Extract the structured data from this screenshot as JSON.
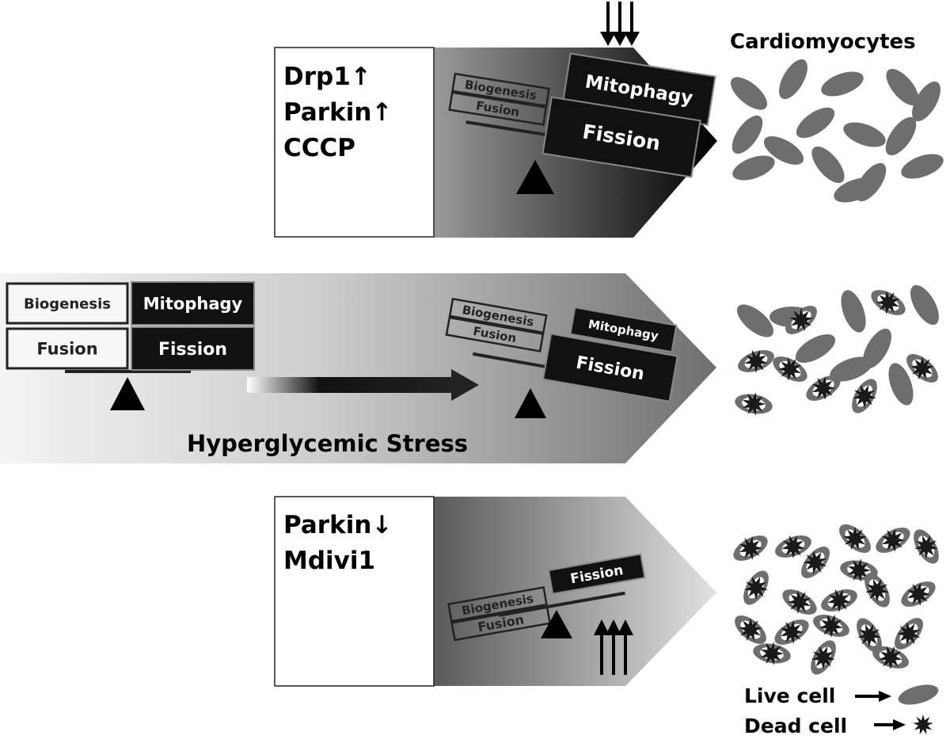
{
  "colors": {
    "dark": "#111111",
    "mid": "#7a7a7a",
    "light": "#e6e6e6",
    "cell_live": "#6e6e6e",
    "cell_dead": "#1a1a1a"
  },
  "header": {
    "title": "Cardiomyocytes"
  },
  "panel_top": {
    "conditions": [
      "Drp1↑",
      "Parkin↑",
      "CCCP"
    ],
    "balance": {
      "left_blocks": [
        "Biogenesis",
        "Fusion"
      ],
      "right_blocks": [
        "Mitophagy",
        "Fission"
      ],
      "tilt": "right-down"
    },
    "stimulus_arrows": {
      "direction": "down",
      "count": 3
    }
  },
  "panel_middle": {
    "stress_label": "Hyperglycemic Stress",
    "baseline_balance": {
      "left_blocks": [
        "Biogenesis",
        "Fusion"
      ],
      "right_blocks": [
        "Mitophagy",
        "Fission"
      ],
      "tilt": "level"
    },
    "stressed_balance": {
      "left_blocks": [
        "Biogenesis",
        "Fusion"
      ],
      "right_blocks": [
        "Mitophagy",
        "Fission"
      ],
      "tilt": "right-down"
    }
  },
  "panel_bottom": {
    "conditions": [
      "Parkin↓",
      "Mdivi1"
    ],
    "balance": {
      "left_blocks": [
        "Biogenesis",
        "Fusion"
      ],
      "right_blocks": [
        "Fission"
      ],
      "tilt": "left-down"
    },
    "stimulus_arrows": {
      "direction": "up",
      "count": 3
    }
  },
  "legend": {
    "live_cell": "Live cell",
    "dead_cell": "Dead cell"
  }
}
